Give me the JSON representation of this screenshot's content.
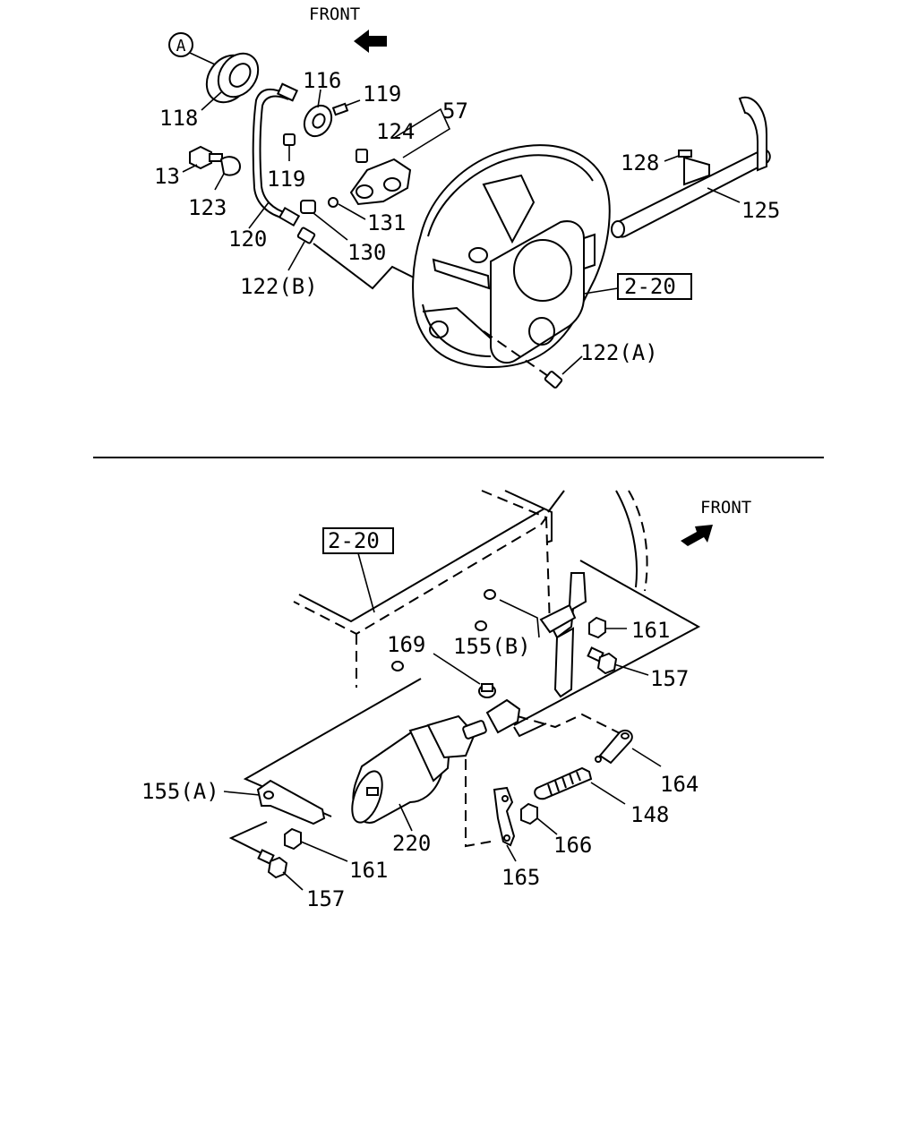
{
  "upper": {
    "front_label": "FRONT",
    "callout_a": "A",
    "ref_box": "2-20",
    "labels": {
      "p118": "118",
      "p116": "116",
      "p119a": "119",
      "p57": "57",
      "p124": "124",
      "p13": "13",
      "p119b": "119",
      "p123": "123",
      "p128": "128",
      "p125": "125",
      "p131": "131",
      "p120": "120",
      "p130": "130",
      "p122b": "122(B)",
      "p122a": "122(A)"
    }
  },
  "lower": {
    "front_label": "FRONT",
    "ref_box": "2-20",
    "labels": {
      "p161a": "161",
      "p169": "169",
      "p155b": "155(B)",
      "p157a": "157",
      "p155a": "155(A)",
      "p164": "164",
      "p148": "148",
      "p166": "166",
      "p220": "220",
      "p161b": "161",
      "p165": "165",
      "p157b": "157"
    }
  }
}
